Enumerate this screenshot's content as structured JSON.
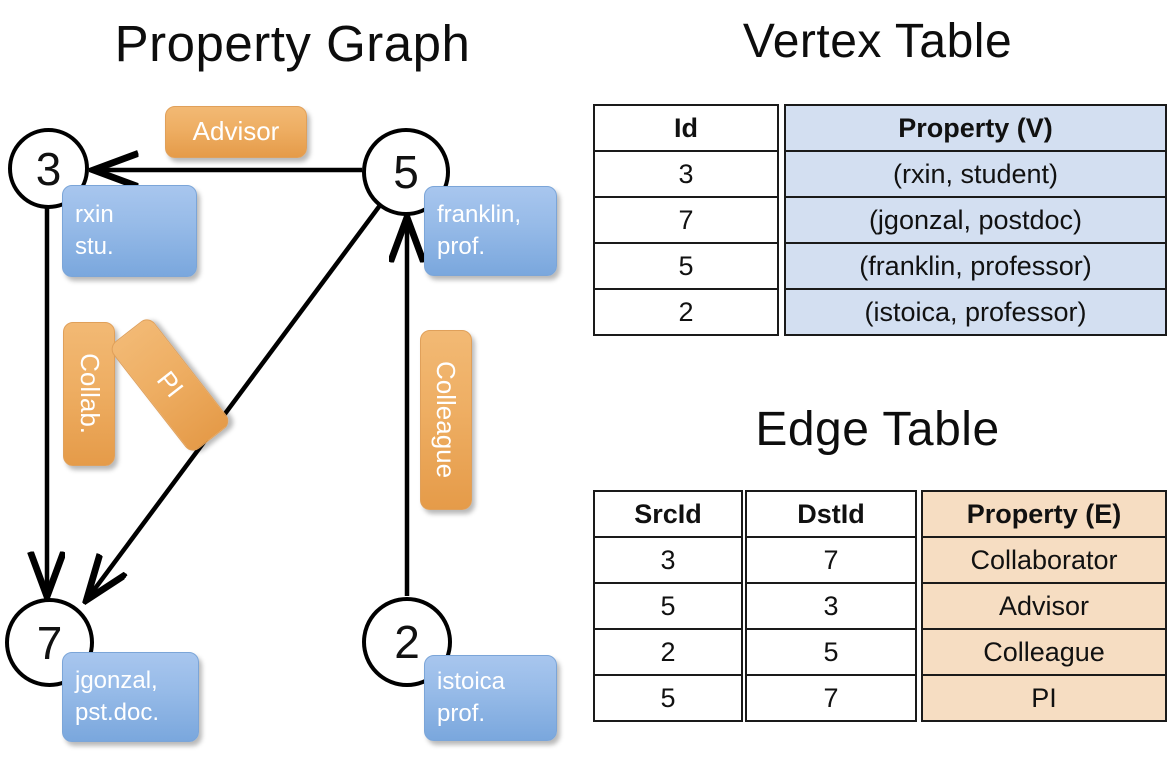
{
  "titles": {
    "property_graph": "Property Graph",
    "vertex_table": "Vertex Table",
    "edge_table": "Edge Table"
  },
  "colors": {
    "vertex_box_blue": "#97bbe8",
    "edge_label_orange": "#eeae63",
    "vertex_cell_blue": "#d3dff1",
    "edge_cell_orange": "#f6ddc2",
    "stroke": "#000000"
  },
  "graph": {
    "vertices": [
      {
        "id": "3",
        "property_line1": "rxin",
        "property_line2": "stu."
      },
      {
        "id": "5",
        "property_line1": "franklin,",
        "property_line2": "prof."
      },
      {
        "id": "7",
        "property_line1": "jgonzal,",
        "property_line2": "pst.doc."
      },
      {
        "id": "2",
        "property_line1": "istoica",
        "property_line2": "prof."
      }
    ],
    "edge_labels": [
      {
        "label": "Advisor",
        "orientation": "horizontal"
      },
      {
        "label": "Collab.",
        "orientation": "vertical-up"
      },
      {
        "label": "PI",
        "orientation": "diagonal"
      },
      {
        "label": "Colleague",
        "orientation": "vertical-up"
      }
    ]
  },
  "vertex_table": {
    "headers": [
      "Id",
      "Property (V)"
    ],
    "rows": [
      {
        "id": "3",
        "property": "(rxin, student)"
      },
      {
        "id": "7",
        "property": "(jgonzal, postdoc)"
      },
      {
        "id": "5",
        "property": "(franklin, professor)"
      },
      {
        "id": "2",
        "property": "(istoica, professor)"
      }
    ]
  },
  "edge_table": {
    "headers": [
      "SrcId",
      "DstId",
      "Property (E)"
    ],
    "rows": [
      {
        "src": "3",
        "dst": "7",
        "property": "Collaborator"
      },
      {
        "src": "5",
        "dst": "3",
        "property": "Advisor"
      },
      {
        "src": "2",
        "dst": "5",
        "property": "Colleague"
      },
      {
        "src": "5",
        "dst": "7",
        "property": "PI"
      }
    ]
  }
}
